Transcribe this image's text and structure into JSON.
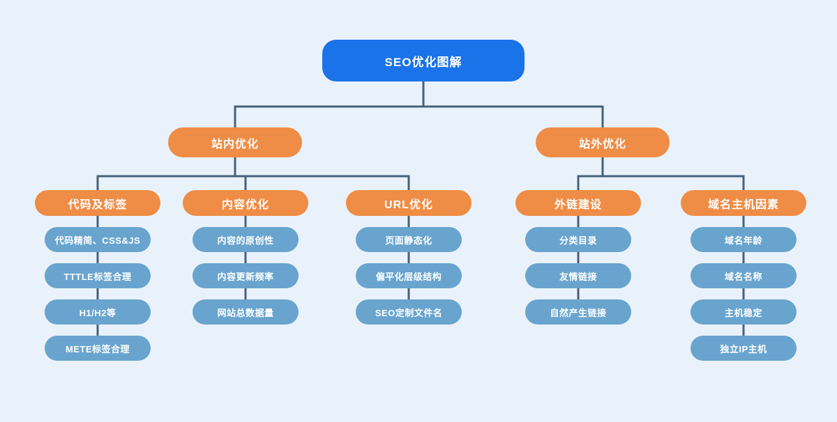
{
  "diagram": {
    "title": "SEO优化图解",
    "colors": {
      "background": "#e9f2fb",
      "root_fill": "#1a73e8",
      "branch_fill": "#ef8c45",
      "leaf_fill": "#68a4ce",
      "connector": "#46607a",
      "text": "#ffffff"
    },
    "root": {
      "label": "SEO优化图解"
    },
    "branches": [
      {
        "label": "站内优化",
        "children": [
          {
            "label": "代码及标签",
            "items": [
              "代码精简、CSS&JS",
              "TTTLE标签合理",
              "H1/H2等",
              "METE标签合理"
            ]
          },
          {
            "label": "内容优化",
            "items": [
              "内容的原创性",
              "内容更新频率",
              "网站总数据量"
            ]
          },
          {
            "label": "URL优化",
            "items": [
              "页面静态化",
              "偏平化层级结构",
              "SEO定制文件名"
            ]
          }
        ]
      },
      {
        "label": "站外优化",
        "children": [
          {
            "label": "外链建设",
            "items": [
              "分类目录",
              "友情链接",
              "自然产生链接"
            ]
          },
          {
            "label": "域名主机因素",
            "items": [
              "域名年龄",
              "域名名称",
              "主机稳定",
              "独立IP主机"
            ]
          }
        ]
      }
    ]
  }
}
